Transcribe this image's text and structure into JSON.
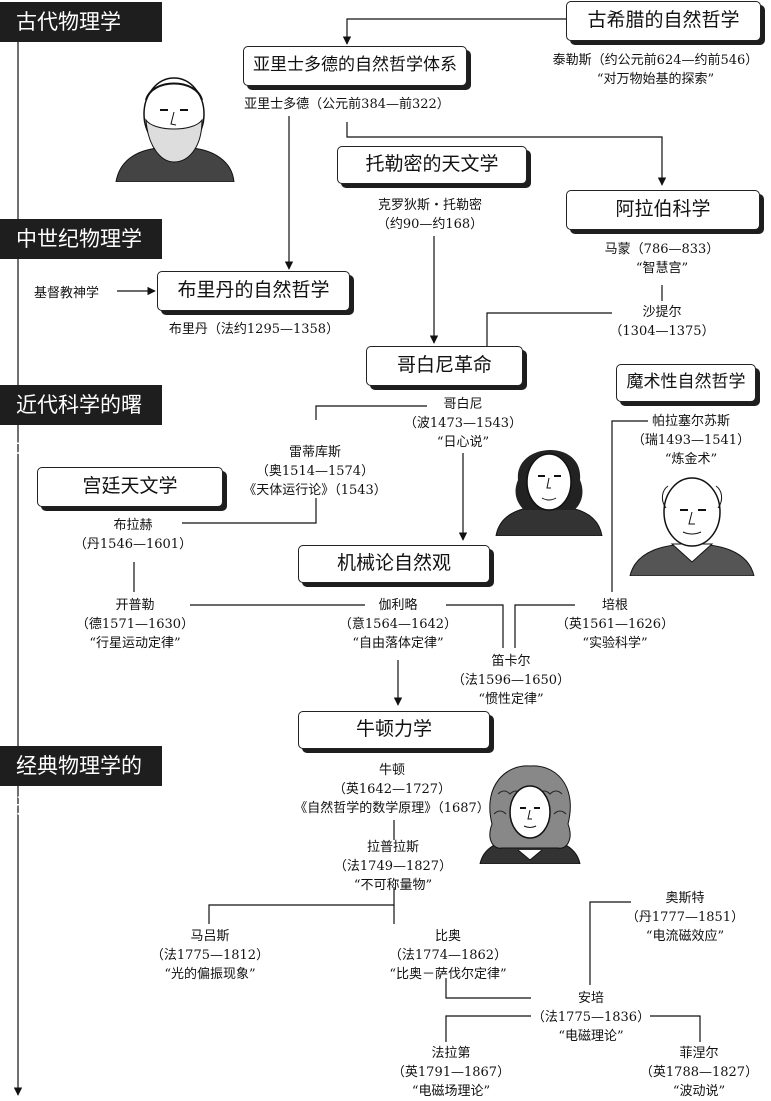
{
  "eras": {
    "ancient": "古代物理学",
    "medieval": "中世纪物理学",
    "dawn": "近代科学的曙光",
    "classical": "经典物理学的开端"
  },
  "boxes": {
    "greek": "古希腊的自然哲学",
    "aristotle_system": "亚里士多德的自然哲学体系",
    "ptolemy": "托勒密的天文学",
    "arabic": "阿拉伯科学",
    "buridan_box": "布里丹的自然哲学",
    "copernican": "哥白尼革命",
    "magic": "魔术性自然哲学",
    "court": "宫廷天文学",
    "mechanistic": "机械论自然观",
    "newtonian": "牛顿力学"
  },
  "people": {
    "thales": [
      "泰勒斯（约公元前624—约前546）",
      "“对万物始基的探索”"
    ],
    "aristotle": [
      "亚里士多德（公元前384—前322）"
    ],
    "ptolemy": [
      "克罗狄斯・托勒密",
      "（约90—约168）"
    ],
    "mamun": [
      "马蒙（786—833）",
      "“智慧宫”"
    ],
    "christian": "基督教神学",
    "buridan": [
      "布里丹（法约1295—1358）"
    ],
    "shatir": [
      "沙提尔",
      "（1304—1375）"
    ],
    "copernicus": [
      "哥白尼",
      "（波1473—1543）",
      "“日心说”"
    ],
    "paracelsus": [
      "帕拉塞尔苏斯",
      "（瑞1493—1541）",
      "“炼金术”"
    ],
    "rheticus": [
      "雷蒂库斯",
      "（奥1514—1574）",
      "《天体运行论》（1543）"
    ],
    "brahe": [
      "布拉赫",
      "（丹1546—1601）"
    ],
    "kepler": [
      "开普勒",
      "（德1571—1630）",
      "“行星运动定律”"
    ],
    "galileo": [
      "伽利略",
      "（意1564—1642）",
      "“自由落体定律”"
    ],
    "bacon": [
      "培根",
      "（英1561—1626）",
      "“实验科学”"
    ],
    "descartes": [
      "笛卡尔",
      "（法1596—1650）",
      "“惯性定律”"
    ],
    "newton": [
      "牛顿",
      "（英1642—1727）",
      "《自然哲学的数学原理》（1687）"
    ],
    "laplace": [
      "拉普拉斯",
      "（法1749—1827）",
      "“不可称量物”"
    ],
    "oersted": [
      "奥斯特",
      "（丹1777—1851）",
      "“电流磁效应”"
    ],
    "malus": [
      "马吕斯",
      "（法1775—1812）",
      "“光的偏振现象”"
    ],
    "biot": [
      "比奥",
      "（法1774—1862）",
      "“比奥－萨伐尔定律”"
    ],
    "ampere": [
      "安培",
      "（法1775—1836）",
      "“电磁理论”"
    ],
    "faraday": [
      "法拉第",
      "（英1791—1867）",
      "“电磁场理论”"
    ],
    "fresnel": [
      "菲涅尔",
      "（英1788—1827）",
      "“波动说”"
    ]
  }
}
